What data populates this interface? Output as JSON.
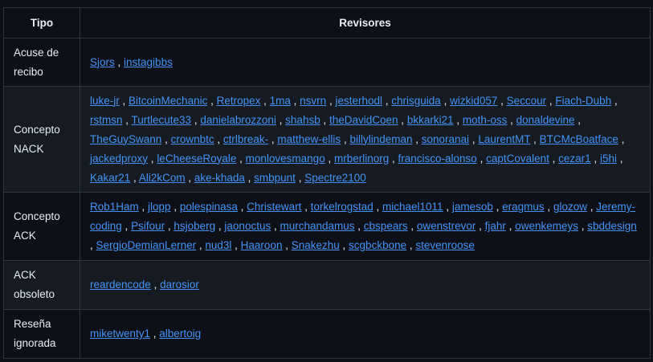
{
  "table": {
    "headers": [
      "Tipo",
      "Revisores"
    ],
    "rows": [
      {
        "type_lines": [
          "Acuse de",
          "recibo"
        ],
        "reviewers": [
          "Sjors",
          "instagibbs"
        ]
      },
      {
        "type_lines": [
          "Concepto",
          "NACK"
        ],
        "reviewers": [
          "luke-jr",
          "BitcoinMechanic",
          "Retropex",
          "1ma",
          "nsvrn",
          "jesterhodl",
          "chrisguida",
          "wizkid057",
          "Seccour",
          "Fiach-Dubh",
          "rstmsn",
          "Turtlecute33",
          "danielabrozzoni",
          "shahsb",
          "theDavidCoen",
          "bkkarki21",
          "moth-oss",
          "donaldevine",
          "TheGuySwann",
          "crownbtc",
          "ctrlbreak-",
          "matthew-ellis",
          "billylindeman",
          "sonoranai",
          "LaurentMT",
          "BTCMcBoatface",
          "jackedproxy",
          "leCheeseRoyale",
          "monlovesmango",
          "mrberlinorg",
          "francisco-alonso",
          "captCovalent",
          "cezar1",
          "i5hi",
          "Kakar21",
          "Ali2kCom",
          "ake-khada",
          "smbpunt",
          "Spectre2100"
        ]
      },
      {
        "type_lines": [
          "Concepto",
          "ACK"
        ],
        "reviewers": [
          "Rob1Ham",
          "jlopp",
          "polespinasa",
          "Christewart",
          "torkelrogstad",
          "michael1011",
          "jamesob",
          "eragmus",
          "glozow",
          "Jeremy-coding",
          "Psifour",
          "hsjoberg",
          "jaonoctus",
          "murchandamus",
          "cbspears",
          "owenstrevor",
          "fjahr",
          "owenkemeys",
          "sbddesign",
          "SergioDemianLerner",
          "nud3l",
          "Haaroon",
          "Snakezhu",
          "scgbckbone",
          "stevenroose"
        ]
      },
      {
        "type_lines": [
          "ACK",
          "obsoleto"
        ],
        "reviewers": [
          "reardencode",
          "darosior"
        ]
      },
      {
        "type_lines": [
          "Reseña",
          "ignorada"
        ],
        "reviewers": [
          "miketwenty1",
          "albertoig"
        ]
      }
    ]
  }
}
